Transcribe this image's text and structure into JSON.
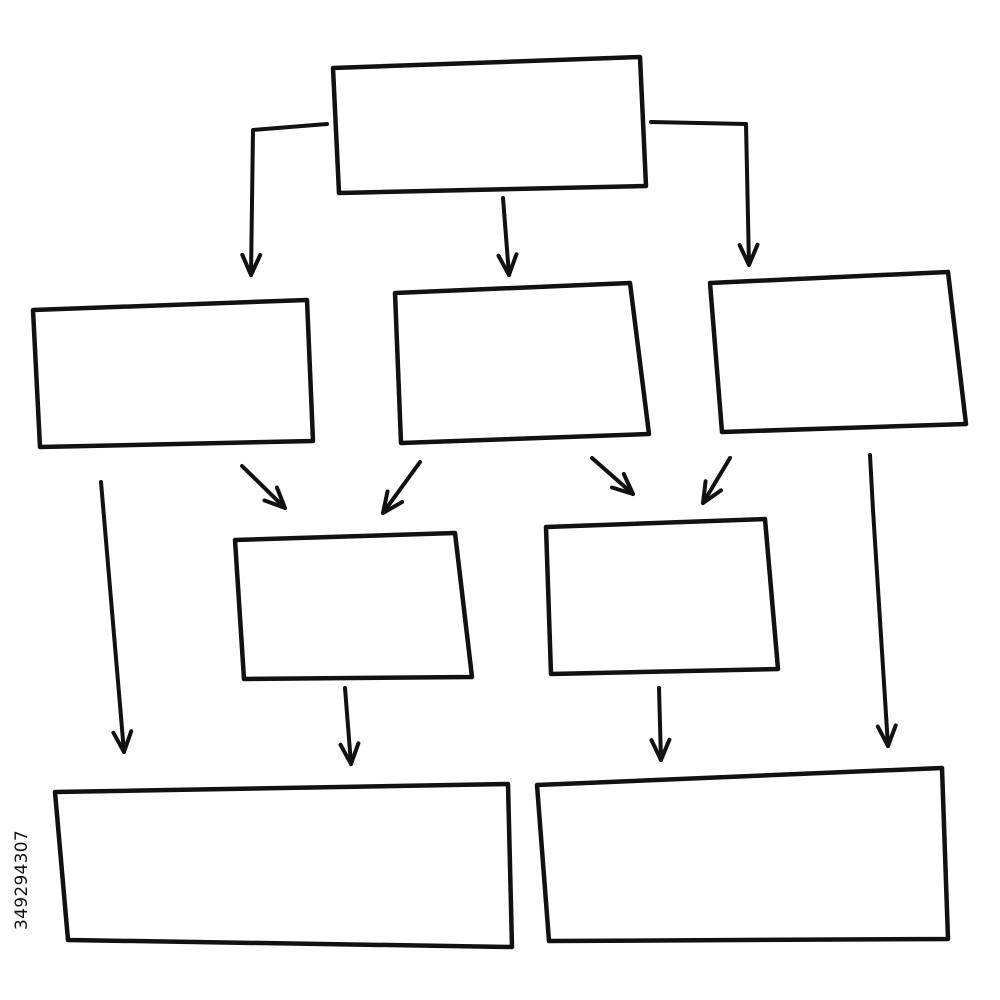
{
  "diagram": {
    "type": "hand-drawn flowchart template",
    "style": "black hand-drawn outline on white background",
    "colors": {
      "background": "#ffffff",
      "ink": "#111111"
    },
    "nodes": [
      {
        "id": "top",
        "row": 1,
        "label": ""
      },
      {
        "id": "mid-left",
        "row": 2,
        "label": ""
      },
      {
        "id": "mid-center",
        "row": 2,
        "label": ""
      },
      {
        "id": "mid-right",
        "row": 2,
        "label": ""
      },
      {
        "id": "inner-left",
        "row": 3,
        "label": ""
      },
      {
        "id": "inner-right",
        "row": 3,
        "label": ""
      },
      {
        "id": "bottom-left",
        "row": 4,
        "label": ""
      },
      {
        "id": "bottom-right",
        "row": 4,
        "label": ""
      }
    ],
    "edges": [
      {
        "from": "top",
        "to": "mid-left"
      },
      {
        "from": "top",
        "to": "mid-center"
      },
      {
        "from": "top",
        "to": "mid-right"
      },
      {
        "from": "mid-left",
        "to": "inner-left"
      },
      {
        "from": "mid-center",
        "to": "inner-left"
      },
      {
        "from": "mid-center",
        "to": "inner-right"
      },
      {
        "from": "mid-right",
        "to": "inner-right"
      },
      {
        "from": "mid-left",
        "to": "bottom-left"
      },
      {
        "from": "inner-left",
        "to": "bottom-left"
      },
      {
        "from": "inner-right",
        "to": "bottom-right"
      },
      {
        "from": "mid-right",
        "to": "bottom-right"
      }
    ]
  },
  "stock_id": "349294307"
}
